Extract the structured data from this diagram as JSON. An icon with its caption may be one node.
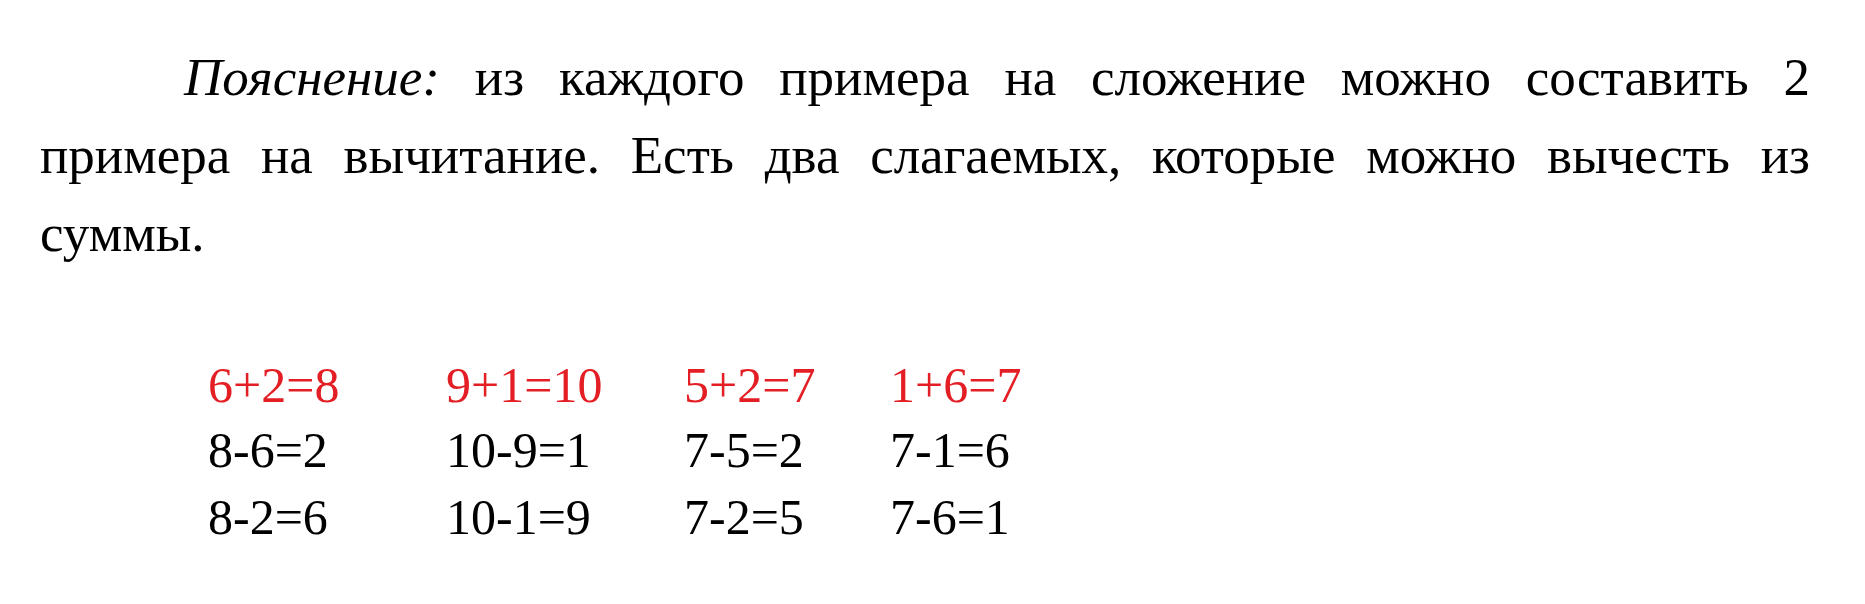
{
  "diagram": {
    "labels": [
      "*Пояснение:* из каждого примера на сложение можно составить 2 примера на вычитание. Есть два слагаемых, которые можно вычесть из суммы.",
      "6+2=8",
      "9+1=10",
      "5+2=7",
      "1+6=7",
      "8-6=2",
      "10-9=1",
      "7-5=2",
      "7-1=6",
      "8-2=6",
      "10-1=9",
      "7-2=5",
      "7-6=1"
    ]
  }
}
